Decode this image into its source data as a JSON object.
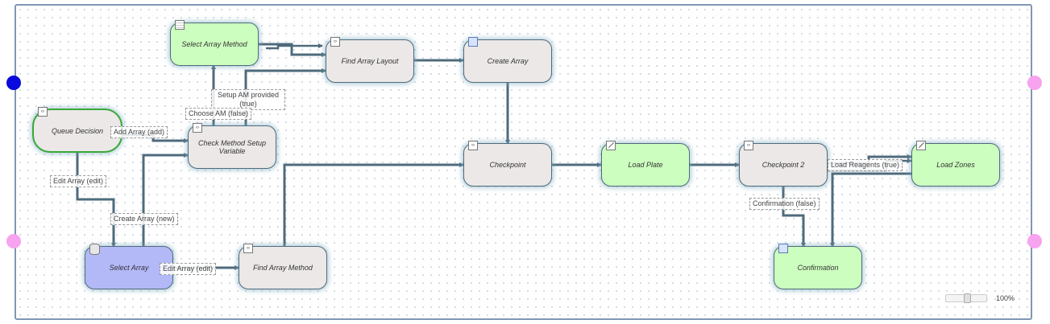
{
  "colors": {
    "port_left_top": "#0a0adc",
    "port_other": "#f7a3f0",
    "green_node": "#ccffbf",
    "blue_node": "#b3b8f7",
    "gray_node": "#ebe8e7",
    "wire": "#4f6b7d"
  },
  "nodes": {
    "select_array_method": {
      "label": "Select Array Method",
      "icon": "table-icon"
    },
    "find_array_layout": {
      "label": "Find Array Layout",
      "icon": "code-icon"
    },
    "create_array": {
      "label": "Create Array",
      "icon": "cube-icon"
    },
    "queue_decision": {
      "label": "Queue Decision",
      "icon": "code-icon"
    },
    "check_method": {
      "label": "Check Method Setup Variable",
      "icon": "code-icon"
    },
    "checkpoint": {
      "label": "Checkpoint",
      "icon": "code-icon"
    },
    "load_plate": {
      "label": "Load Plate",
      "icon": "edit-icon"
    },
    "checkpoint_2": {
      "label": "Checkpoint 2",
      "icon": "code-icon"
    },
    "load_zones": {
      "label": "Load Zones",
      "icon": "edit-icon"
    },
    "select_array": {
      "label": "Select Array",
      "icon": "database-icon"
    },
    "find_array_method": {
      "label": "Find Array Method",
      "icon": "code-icon"
    },
    "confirmation": {
      "label": "Confirmation",
      "icon": "cube-icon"
    }
  },
  "edge_labels": {
    "setup_am": "Setup AM provided (true)",
    "choose_am": "Choose AM (false)",
    "add_array": "Add Array (add)",
    "edit_array_edit_1": "Edit Array (edit)",
    "create_array_new": "Create Array (new)",
    "edit_array_edit_2": "Edit Array (edit)",
    "confirmation_false": "Confirmation (false)",
    "load_reagents_true": "Load Reagents (true)"
  },
  "zoom": {
    "label": "100%",
    "value": 100
  }
}
